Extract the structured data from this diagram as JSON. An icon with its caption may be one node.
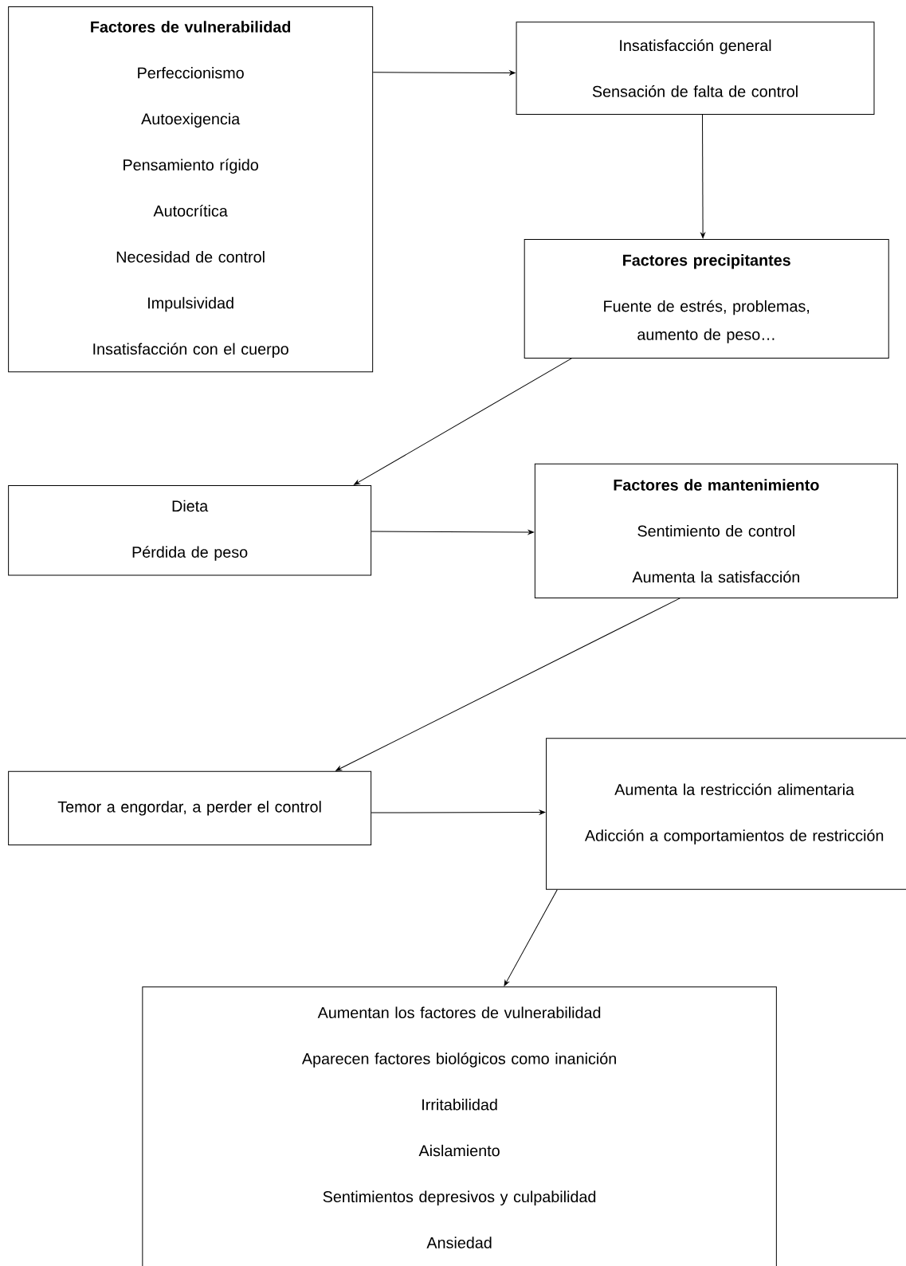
{
  "diagram": {
    "nodes": [
      {
        "text": [
          "Factores de vulnerabilidad",
          "Perfeccionismo",
          "Autoexigencia",
          "Pensamiento rígido",
          "Autocrítica",
          "Necesidad de control",
          "Impulsividad",
          "Insatisfacción con el cuerpo"
        ]
      },
      {
        "text": [
          "Insatisfacción general",
          "Sensación de falta de control"
        ]
      },
      {
        "text": [
          "Factores precipitantes",
          "Fuente de estrés, problemas, aumento de peso…"
        ]
      },
      {
        "text": [
          "Dieta",
          "Pérdida de peso"
        ]
      },
      {
        "text": [
          "Factores de mantenimiento",
          "Sentimiento de control",
          "Aumenta la satisfacción"
        ]
      },
      {
        "text": [
          "Temor a engordar, a perder el control"
        ]
      },
      {
        "text": [
          "Aumenta la restricción alimentaria",
          "Adicción a comportamientos de restricción"
        ]
      },
      {
        "text": [
          "Aumentan los factores de vulnerabilidad",
          "Aparecen factores biológicos como inanición",
          "Irritabilidad",
          "Aislamiento",
          "Sentimientos depresivos y culpabilidad",
          "Ansiedad"
        ]
      }
    ],
    "edges": [
      {
        "from": 0,
        "to": 1,
        "arrow": "to"
      },
      {
        "from": 1,
        "to": 2,
        "arrow": "to"
      },
      {
        "from": 2,
        "to": 3,
        "arrow": "to"
      },
      {
        "from": 3,
        "to": 4,
        "arrow": "to"
      },
      {
        "from": 4,
        "to": 5,
        "arrow": "to"
      },
      {
        "from": 5,
        "to": 6,
        "arrow": "to"
      },
      {
        "from": 6,
        "to": 7,
        "arrow": "to"
      }
    ]
  }
}
